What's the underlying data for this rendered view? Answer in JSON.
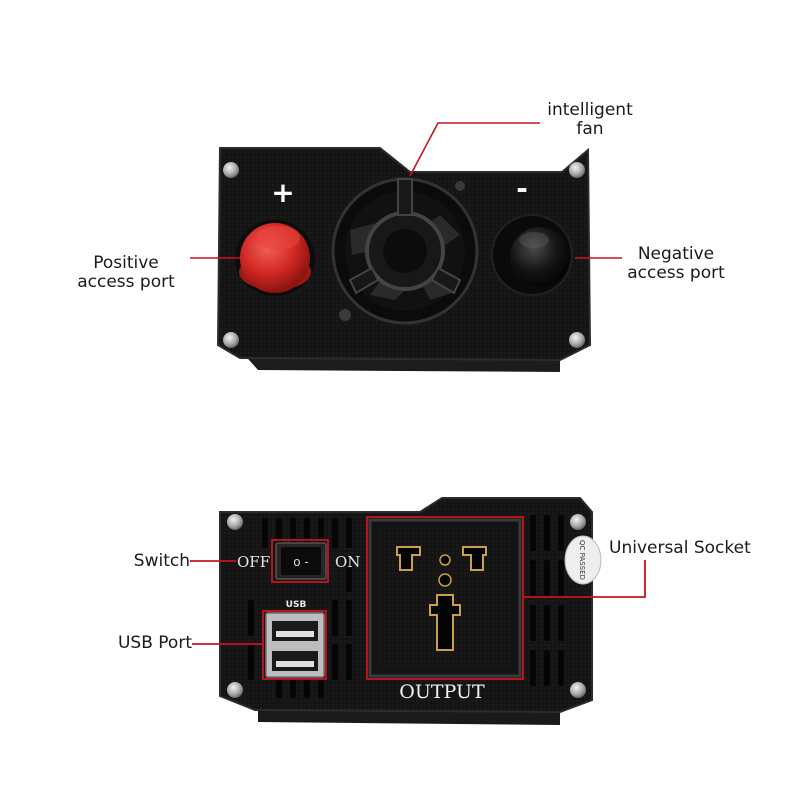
{
  "colors": {
    "callout": "#c8141e",
    "body": "#141414",
    "body_edge": "#2c2c2c",
    "positive_cap": "#d42a26",
    "negative_cap": "#0f0f0f",
    "text": "#1a1a1a"
  },
  "top_panel": {
    "plus_sign": "+",
    "minus_sign": "-",
    "callouts": {
      "fan": [
        "intelligent",
        "fan"
      ],
      "positive": [
        "Positive",
        "access port"
      ],
      "negative": [
        "Negative",
        "access port"
      ]
    }
  },
  "bottom_panel": {
    "switch_off": "OFF",
    "switch_on": "ON",
    "switch_glyph": "o -",
    "usb_small": "USB",
    "output_text": "OUTPUT",
    "sticker_text": "QC PASSED",
    "callouts": {
      "switch": "Switch",
      "usb_port": "USB Port",
      "universal_socket": "Universal Socket"
    }
  }
}
